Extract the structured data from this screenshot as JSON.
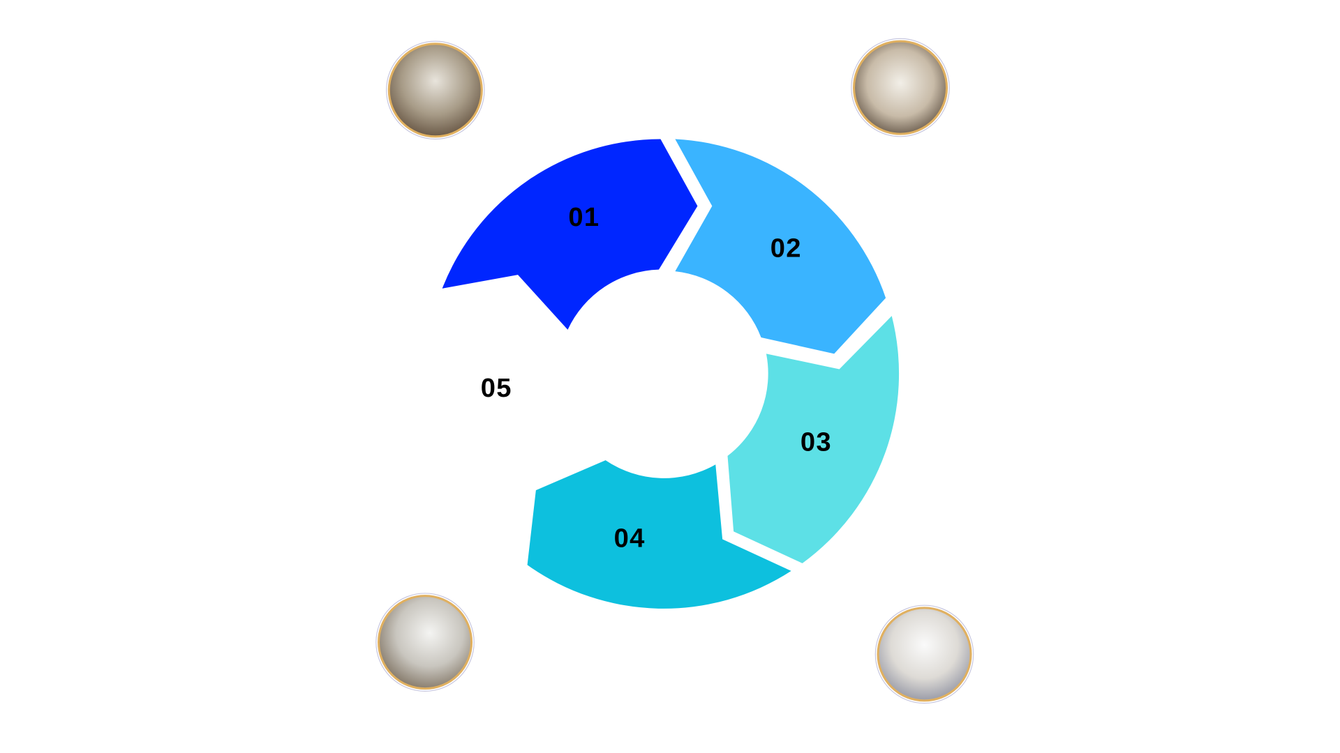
{
  "diagram": {
    "type": "cycle",
    "segments": [
      {
        "label": "01",
        "color": "#0026FF"
      },
      {
        "label": "02",
        "color": "#3AB4FF"
      },
      {
        "label": "03",
        "color": "#5DE0E6"
      },
      {
        "label": "04",
        "color": "#0DC0DE"
      },
      {
        "label": "05",
        "color": "#FFFFFF"
      }
    ],
    "photos": [
      {
        "name": "bunk-bedroom-photo"
      },
      {
        "name": "kitchen-photo"
      },
      {
        "name": "gym-room-photo"
      },
      {
        "name": "master-bedroom-photo"
      }
    ],
    "photo_border_color": "#E0B060"
  }
}
